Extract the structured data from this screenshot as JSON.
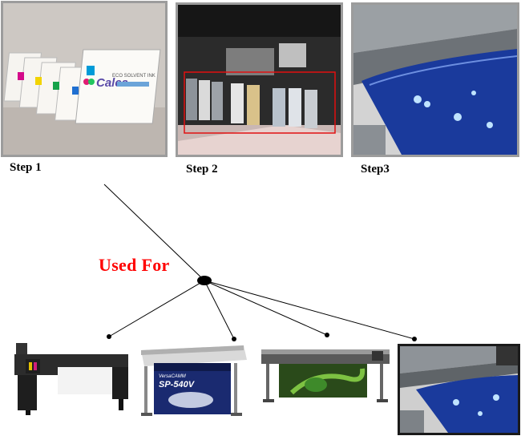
{
  "steps": [
    {
      "label": "Step 1",
      "photo": "ink-cartridges-photo"
    },
    {
      "label": "Step 2",
      "photo": "printer-ink-bay-photo"
    },
    {
      "label": "Step3",
      "photo": "printing-banner-photo"
    }
  ],
  "cartridge": {
    "brand": "Calca",
    "text": "ECO SOLVENT INK"
  },
  "used_for": "Used For",
  "printers": [
    {
      "name": "sublimation-printer"
    },
    {
      "name": "roland-printer",
      "model_small": "VersaCAMM",
      "model": "SP-540V"
    },
    {
      "name": "wide-format-printer"
    },
    {
      "name": "printer-closeup"
    }
  ],
  "colors": {
    "accent": "#ff0000",
    "frame": "#9c9c9c",
    "line": "#000000",
    "blue_print": "#1a3a9c"
  }
}
